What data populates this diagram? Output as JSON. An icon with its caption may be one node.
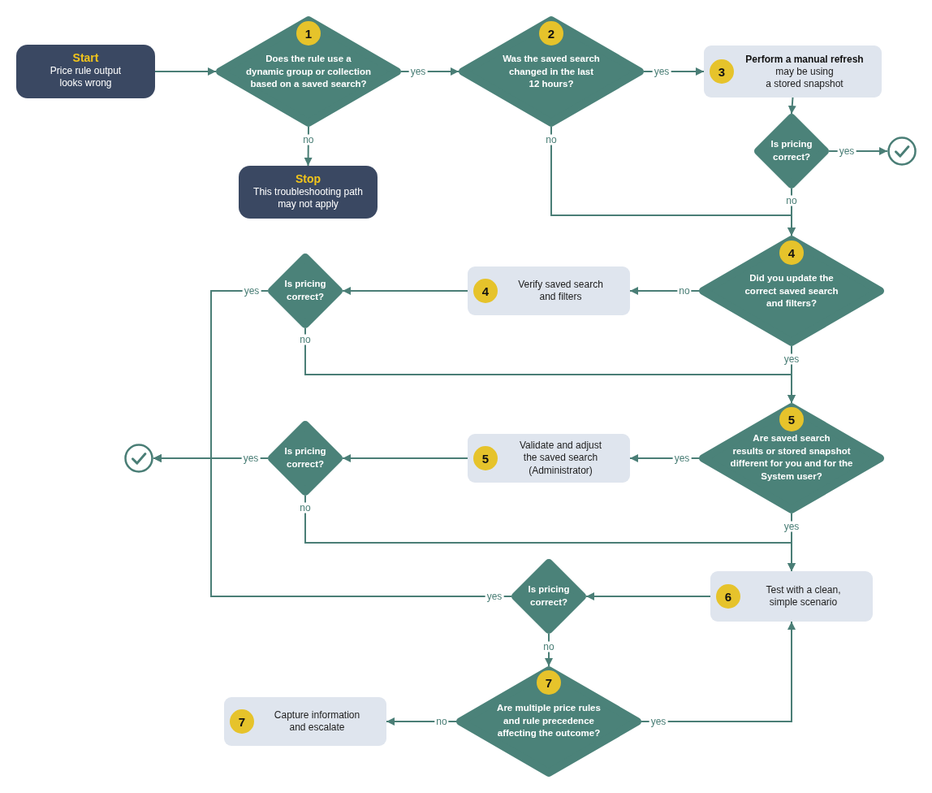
{
  "diagram": {
    "nodes": [
      {
        "text": [
          "Start",
          "Price rule output looks wrong"
        ]
      },
      {
        "text": [
          "1",
          "Does the rule use a dynamic group or collection based on a saved search?"
        ]
      },
      {
        "text": [
          "Stop",
          "This troubleshooting path may not apply"
        ]
      },
      {
        "text": [
          "2",
          "Was the saved search changed in the last 12 hours?"
        ]
      },
      {
        "text": [
          "3",
          "Perform a manual refresh",
          "may be using a stored snapshot"
        ]
      },
      {
        "text": [
          "Is pricing correct?"
        ]
      },
      {
        "text": [],
        "shape": "circle"
      },
      {
        "text": [
          "4",
          "Did you update the correct saved search and filters?"
        ]
      },
      {
        "text": [
          "4",
          "Verify saved search and filters"
        ]
      },
      {
        "text": [
          "Is pricing correct?"
        ]
      },
      {
        "text": [
          "5",
          "Are saved search results or stored snapshot different for you and for the System user?"
        ]
      },
      {
        "text": [
          "5",
          "Validate and adjust the saved search (Administrator)"
        ]
      },
      {
        "text": [
          "Is pricing correct?"
        ]
      },
      {
        "text": [],
        "shape": "circle"
      },
      {
        "text": [
          "6",
          "Test with a clean, simple scenario"
        ]
      },
      {
        "text": [
          "Is pricing correct?"
        ]
      },
      {
        "text": [
          "7",
          "Are multiple price rules and rule precedence affecting the outcome?"
        ]
      },
      {
        "text": [
          "7",
          "Capture information and escalate"
        ]
      }
    ],
    "edges": [
      {
        "from": 0,
        "to": 1,
        "arrow": "to"
      },
      {
        "from": 1,
        "to": 3,
        "arrow": "to",
        "label": "yes"
      },
      {
        "from": 1,
        "to": 2,
        "arrow": "to",
        "label": "no"
      },
      {
        "from": 3,
        "to": 4,
        "arrow": "to",
        "label": "yes"
      },
      {
        "from": 3,
        "to": 7,
        "arrow": "to",
        "label": "no"
      },
      {
        "from": 4,
        "to": 5,
        "arrow": "to"
      },
      {
        "from": 5,
        "to": 6,
        "arrow": "to",
        "label": "yes"
      },
      {
        "from": 5,
        "to": 7,
        "arrow": "to",
        "label": "no"
      },
      {
        "from": 7,
        "to": 8,
        "arrow": "to",
        "label": "no"
      },
      {
        "from": 8,
        "to": 9,
        "arrow": "to"
      },
      {
        "from": 9,
        "to": 13,
        "arrow": "to",
        "label": "yes"
      },
      {
        "from": 9,
        "to": 10,
        "arrow": "to",
        "label": "no"
      },
      {
        "from": 7,
        "to": 10,
        "arrow": "to",
        "label": "yes"
      },
      {
        "from": 10,
        "to": 11,
        "arrow": "to",
        "label": "yes"
      },
      {
        "from": 11,
        "to": 12,
        "arrow": "to"
      },
      {
        "from": 12,
        "to": 13,
        "arrow": "to",
        "label": "yes"
      },
      {
        "from": 12,
        "to": 14,
        "arrow": "to",
        "label": "no"
      },
      {
        "from": 10,
        "to": 14,
        "arrow": "to",
        "label": "yes"
      },
      {
        "from": 14,
        "to": 15,
        "arrow": "to"
      },
      {
        "from": 15,
        "to": 13,
        "arrow": "to",
        "label": "yes"
      },
      {
        "from": 15,
        "to": 16,
        "arrow": "to",
        "label": "no"
      },
      {
        "from": 16,
        "to": 17,
        "arrow": "to",
        "label": "no"
      },
      {
        "from": 16,
        "to": 14,
        "arrow": "to",
        "label": "yes"
      }
    ]
  }
}
